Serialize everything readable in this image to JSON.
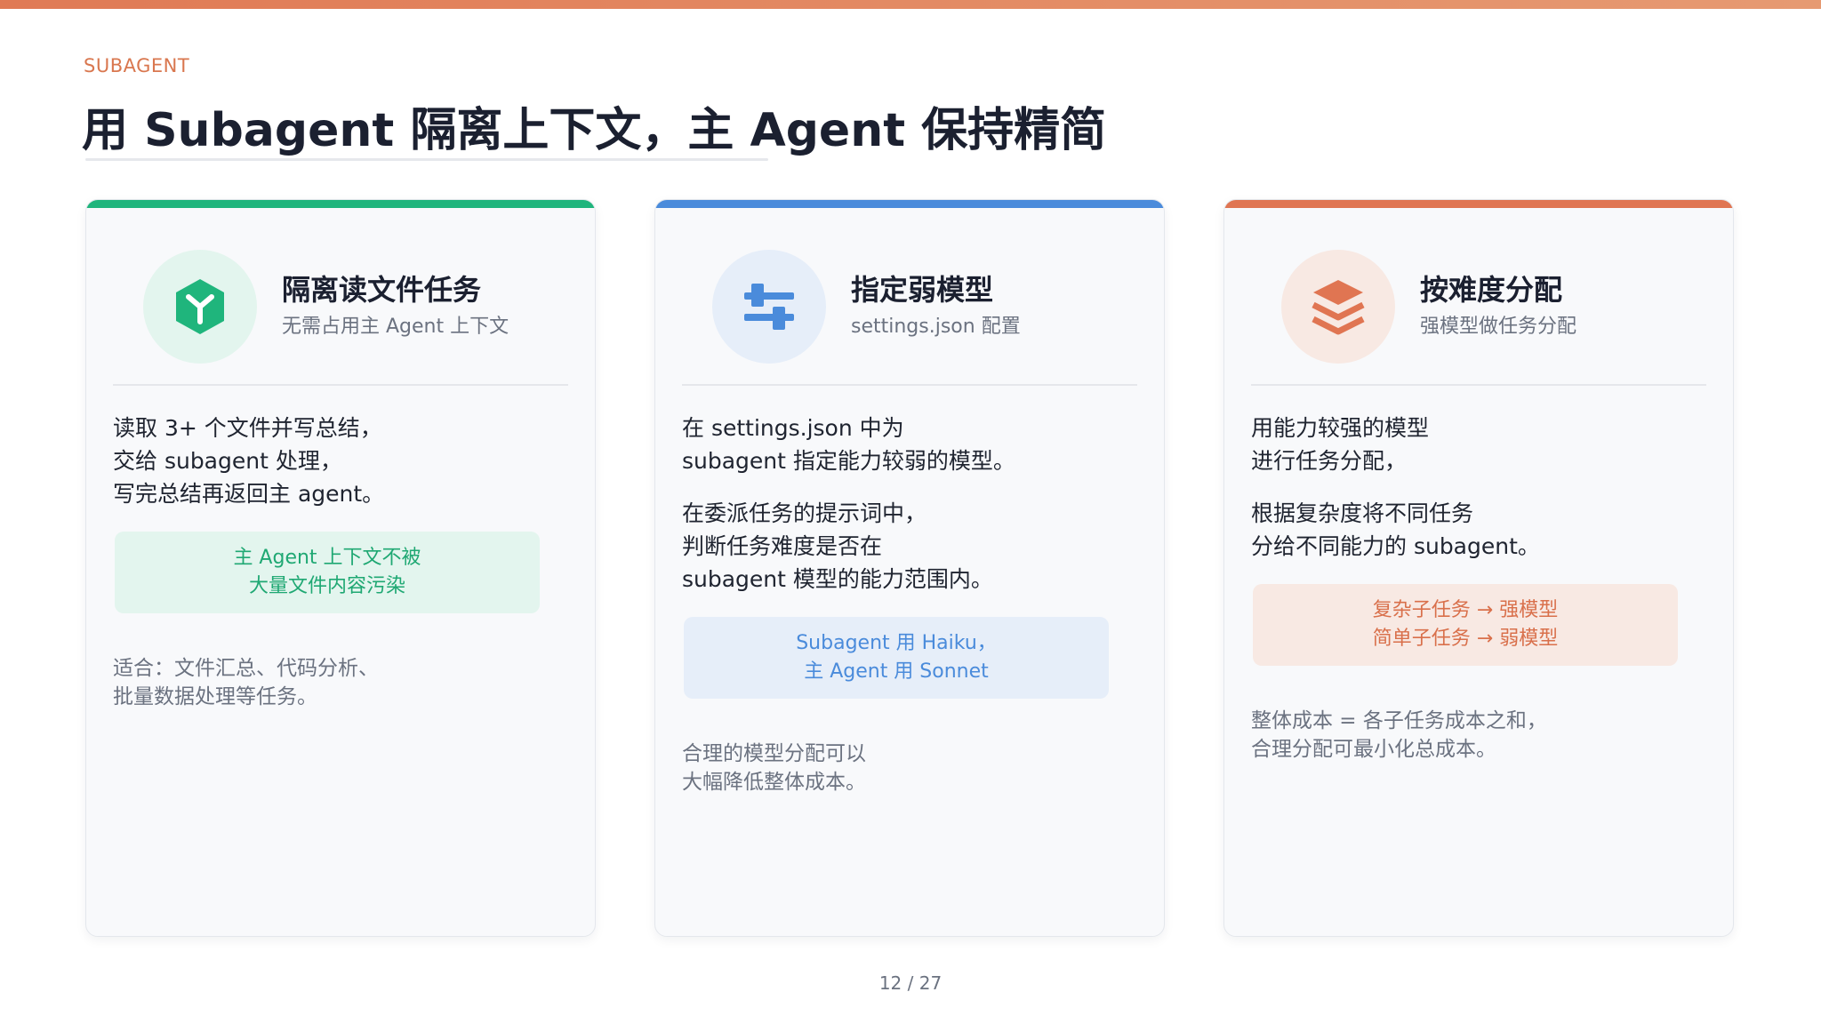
{
  "header": {
    "eyebrow": "SUBAGENT",
    "title": "用 Subagent 隔离上下文，主 Agent 保持精简"
  },
  "colors": {
    "green": "#1fb57c",
    "blue": "#4a8bdb",
    "orange": "#e07552"
  },
  "cards": [
    {
      "icon": "cube-icon",
      "title": "隔离读文件任务",
      "subtitle": "无需占用主 Agent 上下文",
      "paragraphs": [
        "读取 3+ 个文件并写总结，\n交给 subagent 处理，\n写完总结再返回主 agent。"
      ],
      "callout": "主 Agent 上下文不被\n大量文件内容污染",
      "note": "适合：文件汇总、代码分析、\n批量数据处理等任务。"
    },
    {
      "icon": "sliders-icon",
      "title": "指定弱模型",
      "subtitle": "settings.json 配置",
      "paragraphs": [
        "在 settings.json 中为\nsubagent 指定能力较弱的模型。",
        "在委派任务的提示词中，\n判断任务难度是否在\nsubagent 模型的能力范围内。"
      ],
      "callout": "Subagent 用 Haiku，\n主 Agent 用 Sonnet",
      "note": "合理的模型分配可以\n大幅降低整体成本。"
    },
    {
      "icon": "layers-icon",
      "title": "按难度分配",
      "subtitle": "强模型做任务分配",
      "paragraphs": [
        "用能力较强的模型\n进行任务分配，",
        "根据复杂度将不同任务\n分给不同能力的 subagent。"
      ],
      "callout": "复杂子任务 → 强模型\n简单子任务 → 弱模型",
      "note": "整体成本 = 各子任务成本之和，\n合理分配可最小化总成本。"
    }
  ],
  "footer": {
    "page": "12 / 27"
  }
}
